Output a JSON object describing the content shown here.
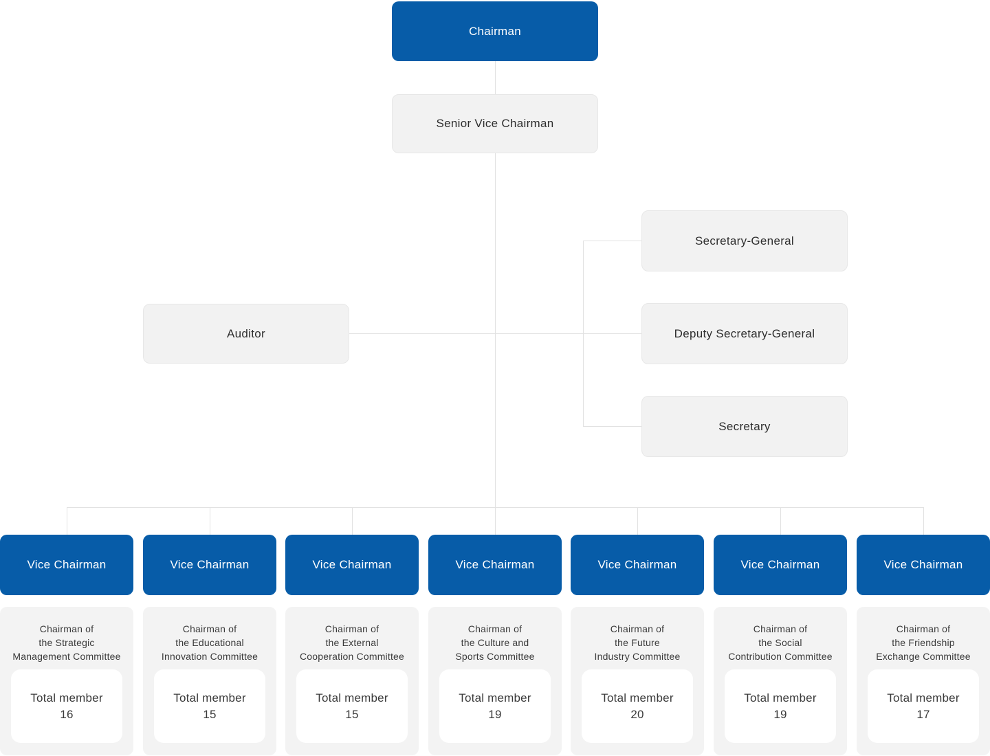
{
  "palette": {
    "primary_blue": "#075ca8",
    "box_gray": "#f2f2f2",
    "card_gray": "#f3f3f3",
    "line_gray": "#e2e2e2",
    "text_dark": "#2e2e2e",
    "text_white": "#ffffff"
  },
  "org": {
    "chairman_label": "Chairman",
    "senior_vice_chairman_label": "Senior Vice Chairman",
    "auditor_label": "Auditor",
    "secretariat": [
      {
        "label": "Secretary-General"
      },
      {
        "label": "Deputy Secretary-General"
      },
      {
        "label": "Secretary"
      }
    ],
    "vice_chairman_label": "Vice Chairman",
    "total_member_label": "Total member",
    "committees": [
      {
        "title": "Chairman of\nthe Strategic\nManagement Committee",
        "total_members": "16"
      },
      {
        "title": "Chairman of\nthe Educational\nInnovation Committee",
        "total_members": "15"
      },
      {
        "title": "Chairman of\nthe External\nCooperation Committee",
        "total_members": "15"
      },
      {
        "title": "Chairman of\nthe Culture and\nSports Committee",
        "total_members": "19"
      },
      {
        "title": "Chairman of\nthe Future\nIndustry Committee",
        "total_members": "20"
      },
      {
        "title": "Chairman of\nthe Social\nContribution Committee",
        "total_members": "19"
      },
      {
        "title": "Chairman of\nthe Friendship\nExchange Committee",
        "total_members": "17"
      }
    ]
  }
}
